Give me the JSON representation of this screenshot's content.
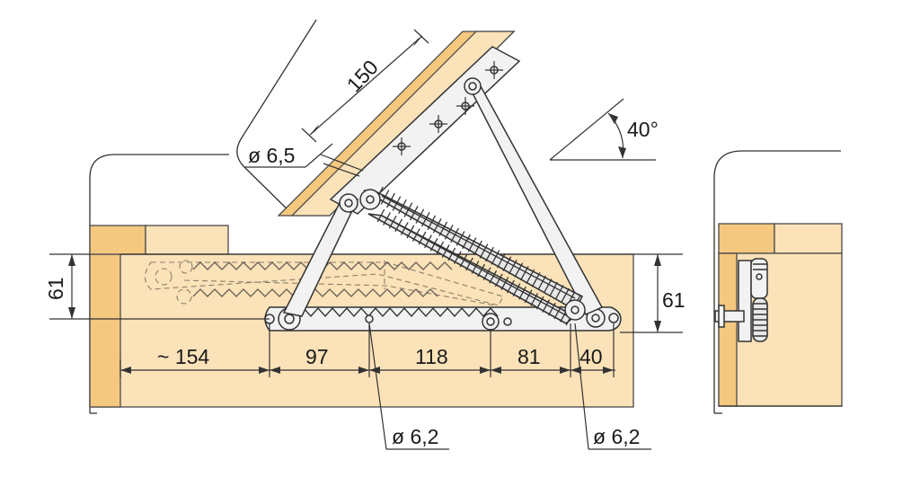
{
  "colors": {
    "wood_light": "#fbe2b8",
    "wood_edge": "#f5c880",
    "metal": "#f2f2f2",
    "line": "#333333"
  },
  "dimensions": {
    "lid_length": "150",
    "lid_hole": "ø 6,5",
    "angle": "40°",
    "height_left": "61",
    "height_right": "61",
    "base_offset": "~ 154",
    "seg_1": "97",
    "seg_2": "118",
    "seg_3": "81",
    "seg_4": "40",
    "hole_mid": "ø 6,2",
    "hole_right": "ø 6,2"
  }
}
